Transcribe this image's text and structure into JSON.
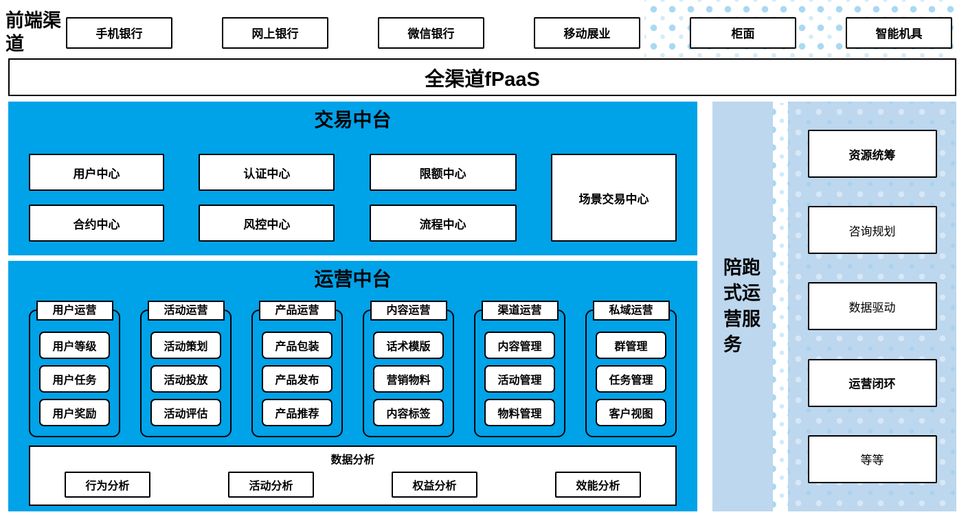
{
  "colors": {
    "platform_blue": "#00a2e8",
    "panel_blue": "#bdd7ee",
    "dot_blue": "#a9d9f3"
  },
  "frontend": {
    "label": "前端渠道",
    "channels": [
      "手机银行",
      "网上银行",
      "微信银行",
      "移动展业",
      "柜面",
      "智能机具"
    ]
  },
  "fpaas": {
    "label": "全渠道fPaaS"
  },
  "transaction": {
    "title": "交易中台",
    "row1": [
      "用户中心",
      "认证中心",
      "限额中心"
    ],
    "row2": [
      "合约中心",
      "风控中心",
      "流程中心"
    ],
    "scenario": "场景交易中心"
  },
  "operations": {
    "title": "运营中台",
    "groups": [
      {
        "label": "用户运营",
        "items": [
          "用户等级",
          "用户任务",
          "用户奖励"
        ]
      },
      {
        "label": "活动运营",
        "items": [
          "活动策划",
          "活动投放",
          "活动评估"
        ]
      },
      {
        "label": "产品运营",
        "items": [
          "产品包装",
          "产品发布",
          "产品推荐"
        ]
      },
      {
        "label": "内容运营",
        "items": [
          "话术模版",
          "营销物料",
          "内容标签"
        ]
      },
      {
        "label": "渠道运营",
        "items": [
          "内容管理",
          "活动管理",
          "物料管理"
        ]
      },
      {
        "label": "私域运营",
        "items": [
          "群管理",
          "任务管理",
          "客户视图"
        ]
      }
    ],
    "analysis": {
      "title": "数据分析",
      "items": [
        "行为分析",
        "活动分析",
        "权益分析",
        "效能分析"
      ]
    }
  },
  "side_service": {
    "label": "陪跑式运营服务"
  },
  "right_panel": {
    "items": [
      {
        "label": "资源统筹",
        "bold": true
      },
      {
        "label": "咨询规划",
        "bold": false
      },
      {
        "label": "数据驱动",
        "bold": false
      },
      {
        "label": "运营闭环",
        "bold": true
      },
      {
        "label": "等等",
        "bold": false
      }
    ]
  }
}
